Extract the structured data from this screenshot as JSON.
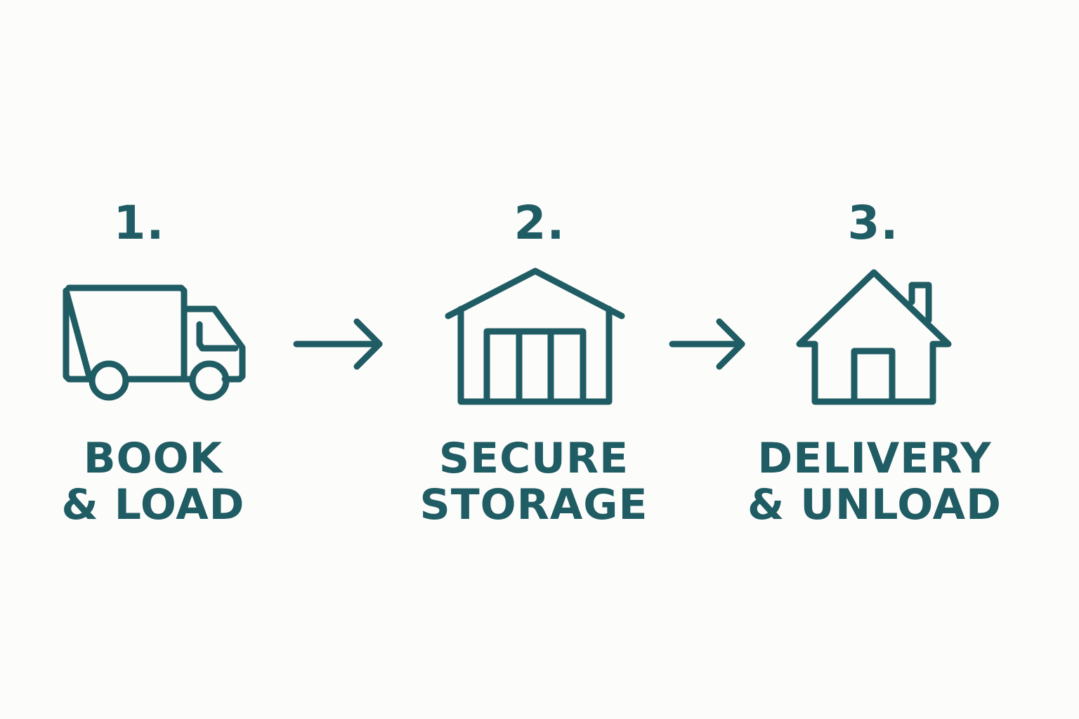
{
  "colors": {
    "background": "#fcfcfa",
    "accent": "#1f5c64"
  },
  "steps": [
    {
      "number": "1.",
      "label_line1": "BOOK",
      "label_line2": "& LOAD",
      "icon": "truck-icon"
    },
    {
      "number": "2.",
      "label_line1": "SECURE",
      "label_line2": "STORAGE",
      "icon": "warehouse-icon"
    },
    {
      "number": "3.",
      "label_line1": "DELIVERY",
      "label_line2": "& UNLOAD",
      "icon": "house-icon"
    }
  ],
  "connectors": [
    {
      "icon": "arrow-right-icon"
    },
    {
      "icon": "arrow-right-icon"
    }
  ]
}
